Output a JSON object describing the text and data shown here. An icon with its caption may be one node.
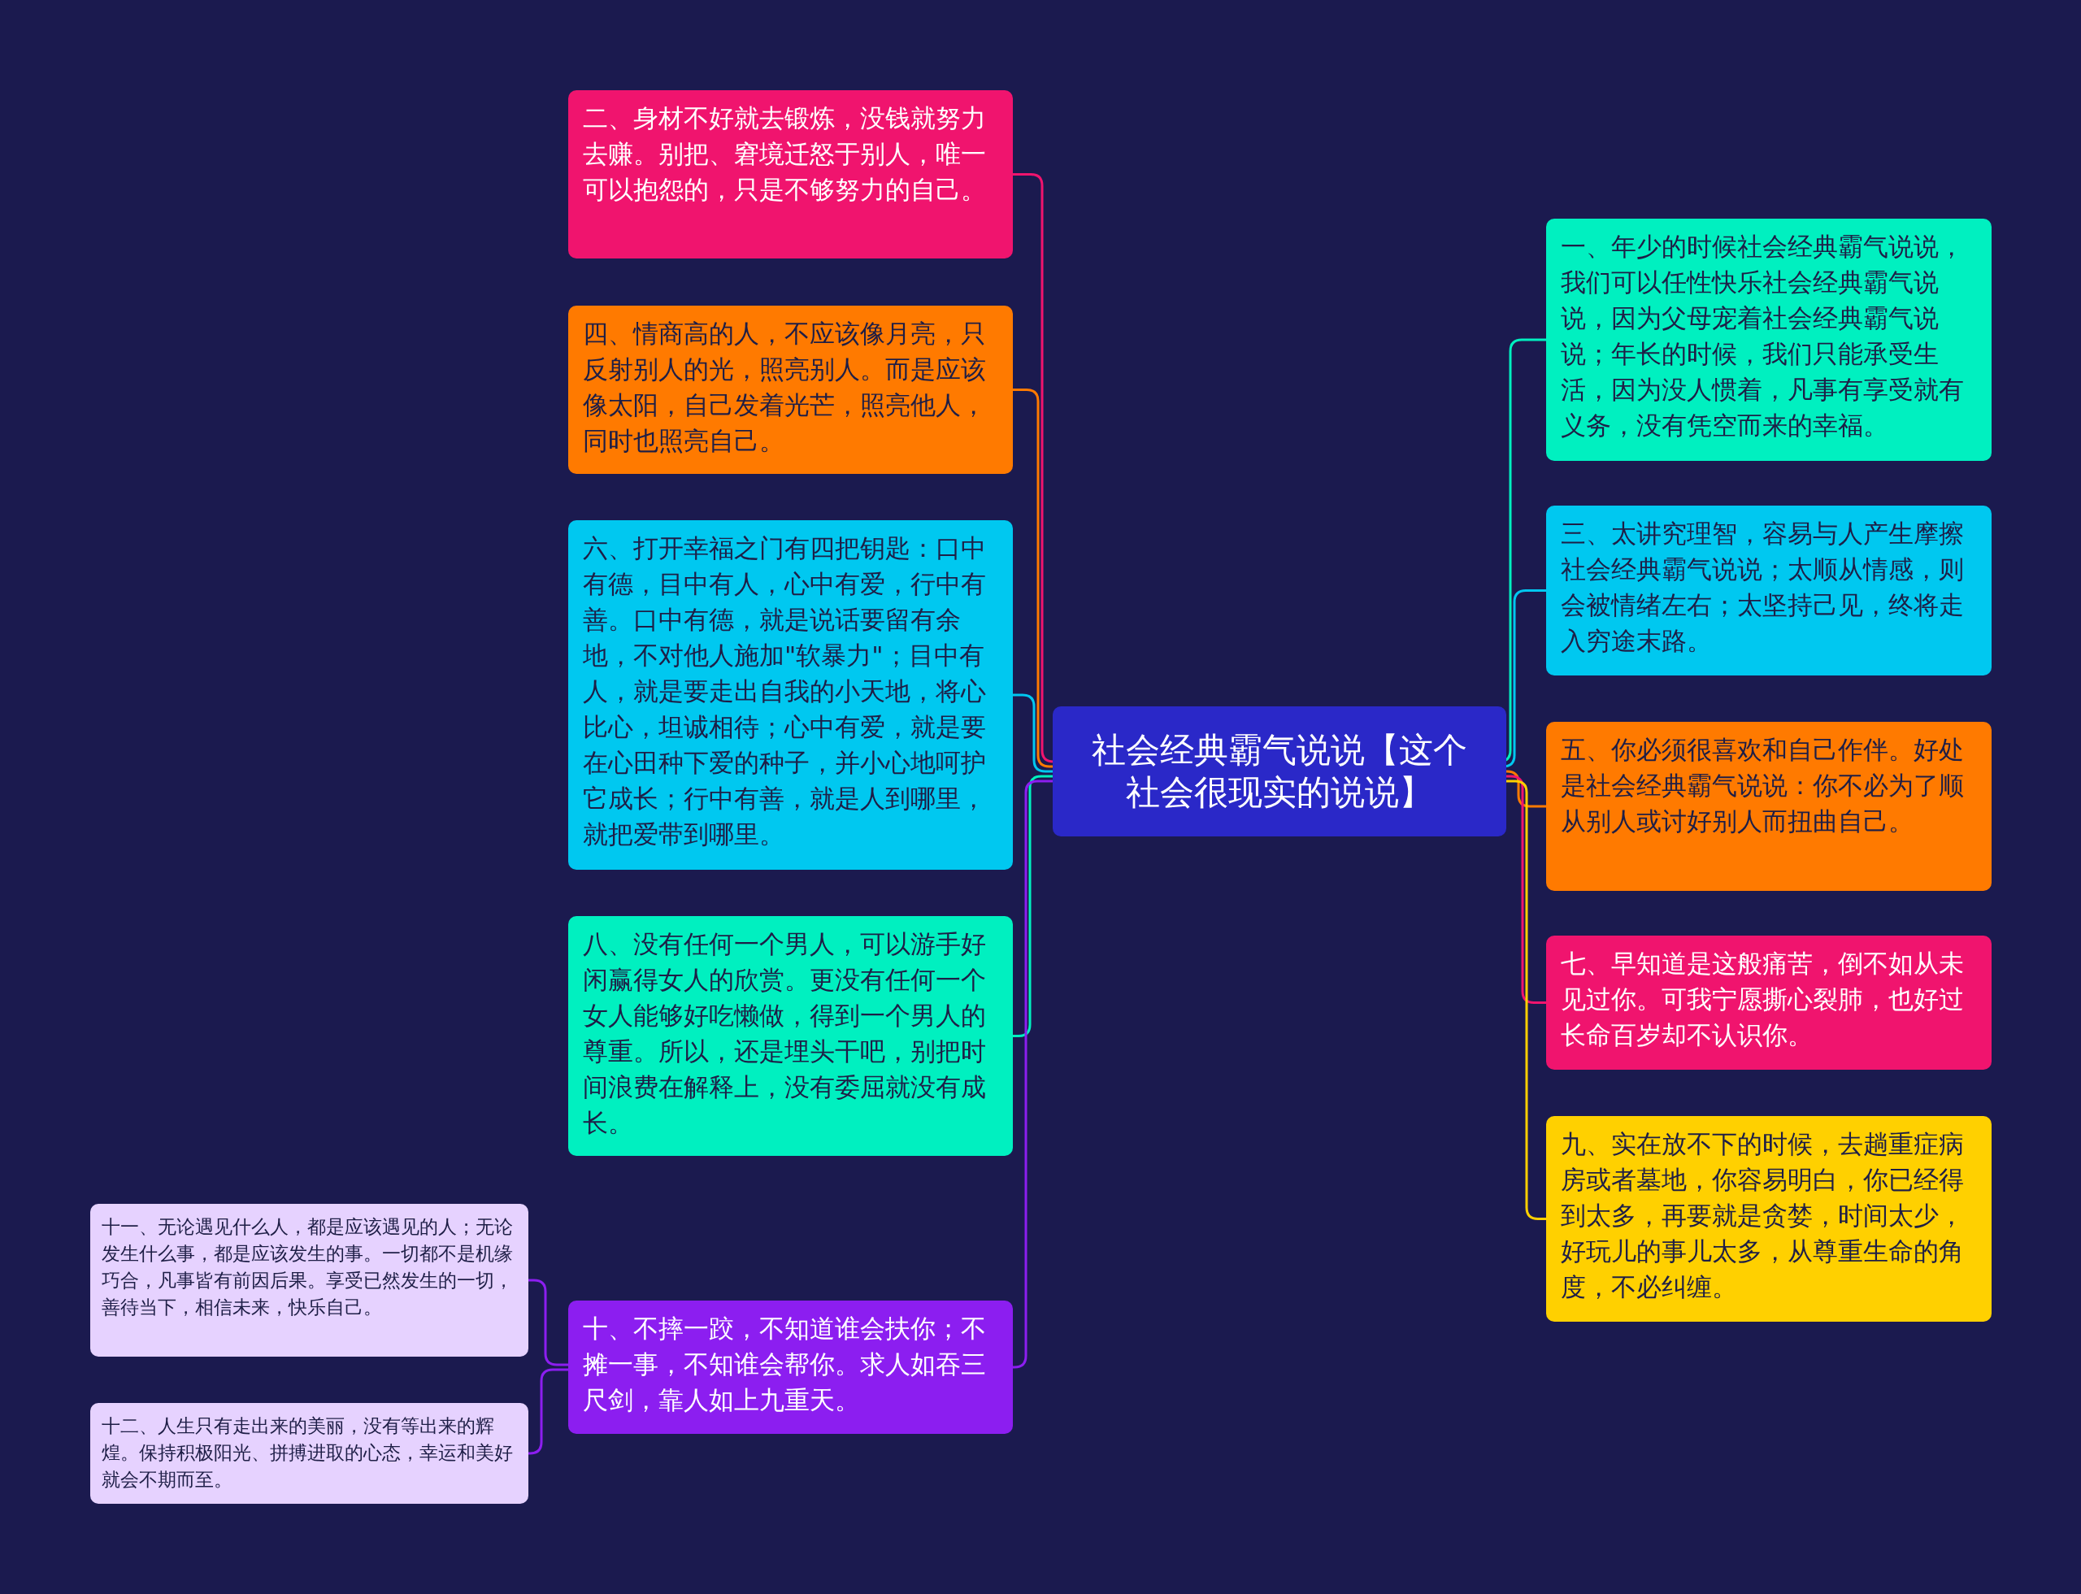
{
  "diagram": {
    "nodes": [
      {
        "text": [
          "社会经典霸气说说【这个社会很现实的说说】"
        ]
      },
      {
        "text": [
          "二、身材不好就去锻炼，没钱就努力去赚。别把、窘境迁怒于别人，唯一可以抱怨的，只是不够努力的自己。"
        ]
      },
      {
        "text": [
          "四、情商高的人，不应该像月亮，只反射别人的光，照亮别人。而是应该像太阳，自己发着光芒，照亮他人，同时也照亮自己。"
        ]
      },
      {
        "text": [
          "六、打开幸福之门有四把钥匙：口中有德，目中有人，心中有爱，行中有善。口中有德，就是说话要留有余地，不对他人施加\"软暴力\"；目中有人，就是要走出自我的小天地，将心比心，坦诚相待；心中有爱，就是要在心田种下爱的种子，并小心地呵护它成长；行中有善，就是人到哪里，就把爱带到哪里。"
        ]
      },
      {
        "text": [
          "八、没有任何一个男人，可以游手好闲赢得女人的欣赏。更没有任何一个女人能够好吃懒做，得到一个男人的尊重。所以，还是埋头干吧，别把时间浪费在解释上，没有委屈就没有成长。"
        ]
      },
      {
        "text": [
          "十、不摔一跤，不知道谁会扶你；不摊一事，不知谁会帮你。求人如吞三尺剑，靠人如上九重天。"
        ]
      },
      {
        "text": [
          "十一、无论遇见什么人，都是应该遇见的人；无论发生什么事，都是应该发生的事。一切都不是机缘巧合，凡事皆有前因后果。享受已然发生的一切，善待当下，相信未来，快乐自己。"
        ]
      },
      {
        "text": [
          "十二、人生只有走出来的美丽，没有等出来的辉煌。保持积极阳光、拼搏进取的心态，幸运和美好就会不期而至。"
        ]
      },
      {
        "text": [
          "一、年少的时候社会经典霸气说说，我们可以任性快乐社会经典霸气说说，因为父母宠着社会经典霸气说说；年长的时候，我们只能承受生活，因为没人惯着，凡事有享受就有义务，没有凭空而来的幸福。"
        ]
      },
      {
        "text": [
          "三、太讲究理智，容易与人产生摩擦社会经典霸气说说；太顺从情感，则会被情绪左右；太坚持己见，终将走入穷途末路。"
        ]
      },
      {
        "text": [
          "五、你必须很喜欢和自己作伴。好处是社会经典霸气说说：你不必为了顺从别人或讨好别人而扭曲自己。"
        ]
      },
      {
        "text": [
          "七、早知道是这般痛苦，倒不如从未见过你。可我宁愿撕心裂肺，也好过长命百岁却不认识你。"
        ]
      },
      {
        "text": [
          "九、实在放不下的时候，去趟重症病房或者墓地，你容易明白，你已经得到太多，再要就是贪婪，时间太少，好玩儿的事儿太多，从尊重生命的角度，不必纠缠。"
        ]
      }
    ],
    "edges": [
      {
        "from": 0,
        "to": 1,
        "arrow": "none",
        "color": "#f0146e"
      },
      {
        "from": 0,
        "to": 2,
        "arrow": "none",
        "color": "#ff7a00"
      },
      {
        "from": 0,
        "to": 3,
        "arrow": "none",
        "color": "#00c8f0"
      },
      {
        "from": 0,
        "to": 4,
        "arrow": "none",
        "color": "#00f0c0"
      },
      {
        "from": 0,
        "to": 5,
        "arrow": "none",
        "color": "#8c1ef0"
      },
      {
        "from": 5,
        "to": 6,
        "arrow": "none",
        "color": "#8c1ef0"
      },
      {
        "from": 5,
        "to": 7,
        "arrow": "none",
        "color": "#8c1ef0"
      },
      {
        "from": 0,
        "to": 8,
        "arrow": "none",
        "color": "#00f0c0"
      },
      {
        "from": 0,
        "to": 9,
        "arrow": "none",
        "color": "#00c8f0"
      },
      {
        "from": 0,
        "to": 10,
        "arrow": "none",
        "color": "#ff7a00"
      },
      {
        "from": 0,
        "to": 11,
        "arrow": "none",
        "color": "#f0146e"
      },
      {
        "from": 0,
        "to": 12,
        "arrow": "none",
        "color": "#ffd000"
      }
    ]
  }
}
